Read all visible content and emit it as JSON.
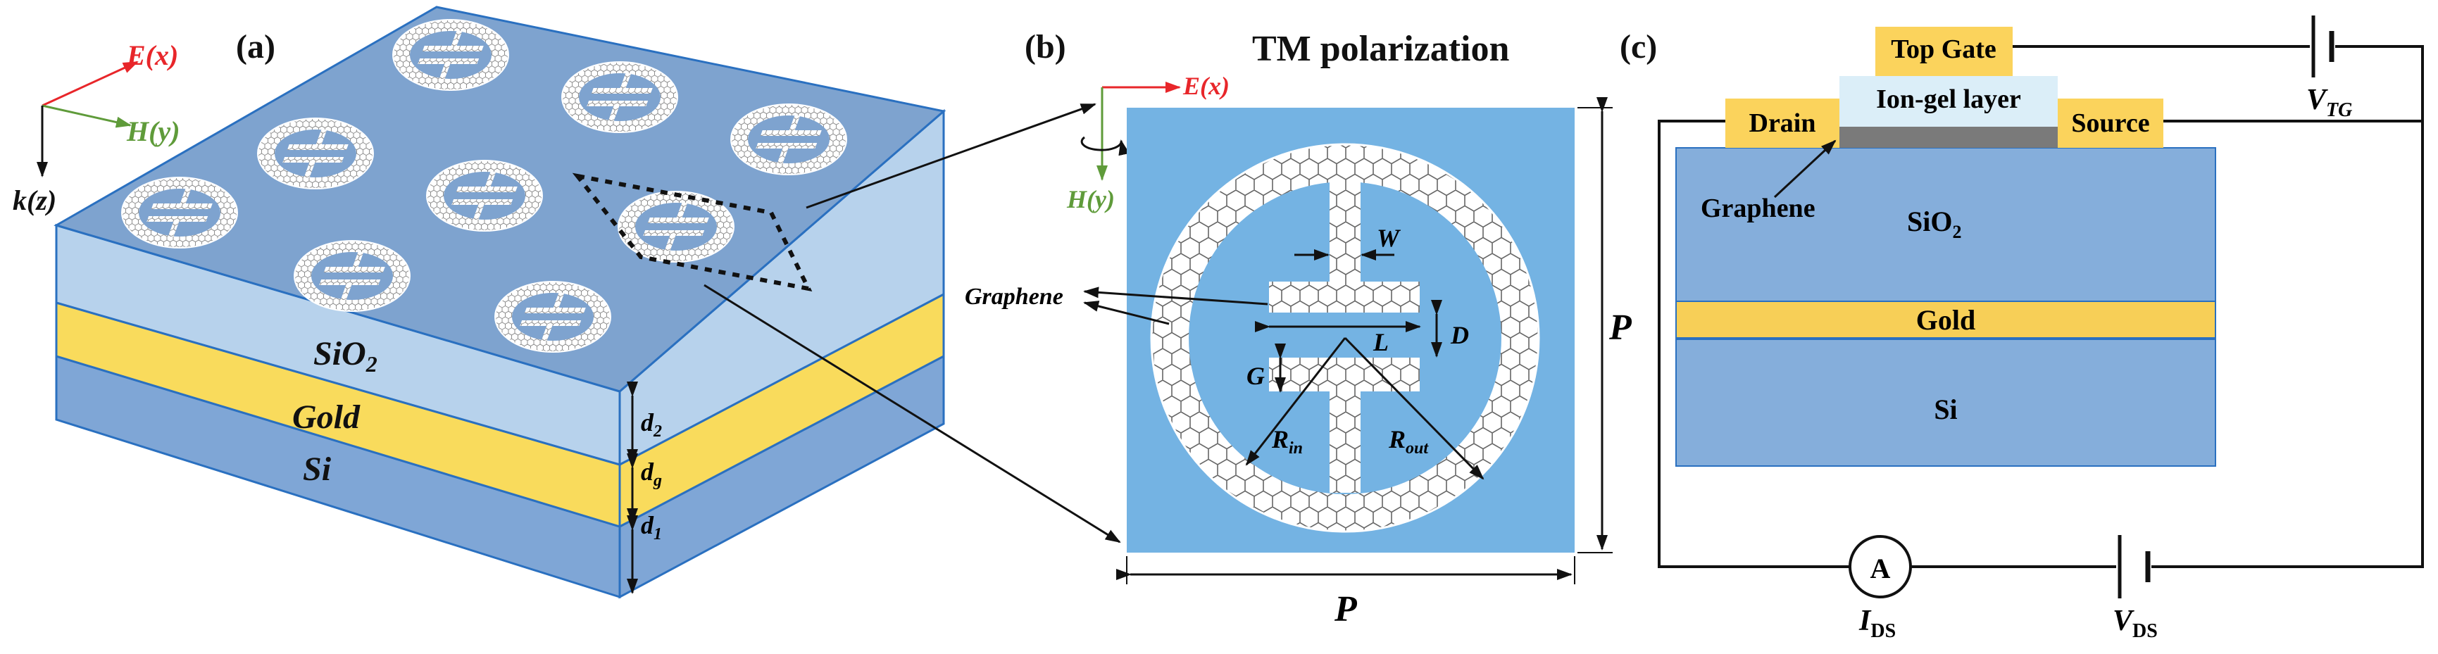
{
  "panels": {
    "a": {
      "label": "(a)",
      "axis_E": "E(x)",
      "axis_H": "H(y)",
      "axis_k": "k(z)",
      "layer_sio2": "SiO",
      "layer_sio2_sub": "2",
      "layer_gold": "Gold",
      "layer_si": "Si",
      "dim_d2": "d",
      "dim_d2_sub": "2",
      "dim_dg": "d",
      "dim_dg_sub": "g",
      "dim_d1": "d",
      "dim_d1_sub": "1"
    },
    "b": {
      "label": "(b)",
      "title": "TM polarization",
      "axis_E": "E(x)",
      "axis_H": "H(y)",
      "graphene": "Graphene",
      "dim_W": "W",
      "dim_L": "L",
      "dim_D": "D",
      "dim_G": "G",
      "dim_Rin": "R",
      "dim_Rin_sub": "in",
      "dim_Rout": "R",
      "dim_Rout_sub": "out",
      "dim_P_right": "P",
      "dim_P_bottom": "P"
    },
    "c": {
      "label": "(c)",
      "top_gate": "Top Gate",
      "ion_gel": "Ion-gel layer",
      "drain": "Drain",
      "source": "Source",
      "graphene": "Graphene",
      "sio2": "SiO",
      "sio2_sub": "2",
      "gold": "Gold",
      "si": "Si",
      "ammeter": "A",
      "V_TG": "V",
      "V_TG_sub": "TG",
      "I_DS": "I",
      "I_DS_sub": "DS",
      "V_DS": "V",
      "V_DS_sub": "DS"
    }
  },
  "colors": {
    "sio2_light": "#b7d2ec",
    "sio2_top": "#7ea3cf",
    "gold": "#f9db5c",
    "si": "#7fa6d6",
    "patch_blue": "#74b3e3",
    "e_field": "#e8262a",
    "h_field": "#5f9b3a",
    "c_sio2": "#85aedb",
    "c_gold": "#f7cf57",
    "c_contact": "#fbd35c",
    "c_iongel": "#dbeef8"
  }
}
